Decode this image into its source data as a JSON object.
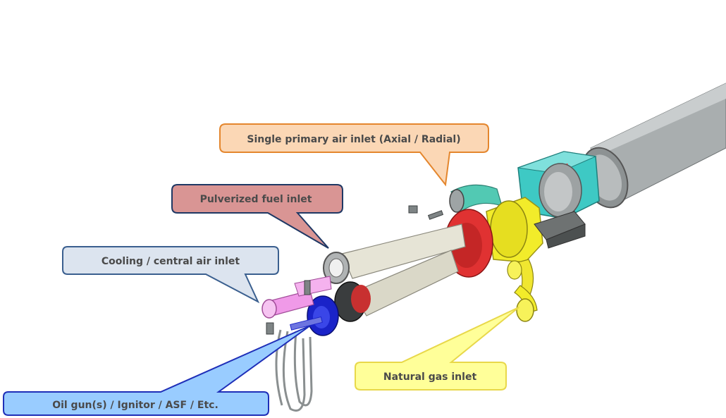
{
  "callouts": {
    "primary_air": {
      "label": "Single primary air inlet (Axial / Radial)",
      "fill": "#FBD7B5",
      "stroke": "#E4862D"
    },
    "pulverized_fuel": {
      "label": "Pulverized fuel inlet",
      "fill": "#D99594",
      "stroke": "#1F3864"
    },
    "cooling_air": {
      "label": "Cooling / central air inlet",
      "fill": "#DCE4EF",
      "stroke": "#3A5F8F"
    },
    "oil_gun": {
      "label": "Oil gun(s) / Ignitor / ASF / Etc.",
      "fill": "#99CCFF",
      "stroke": "#1F2FB8"
    },
    "natural_gas": {
      "label": "Natural gas inlet",
      "fill": "#FFFF99",
      "stroke": "#E8D84A"
    }
  },
  "component_colors": {
    "main_duct": "#A8ADAE",
    "air_box": "#3EC9C4",
    "gas_manifold": "#F2EC2A",
    "flange_red": "#E03232",
    "fuel_pipe": "#E6E4D6",
    "cooling_pipe": "#F09AE8",
    "oil_flange": "#1A23C8"
  }
}
